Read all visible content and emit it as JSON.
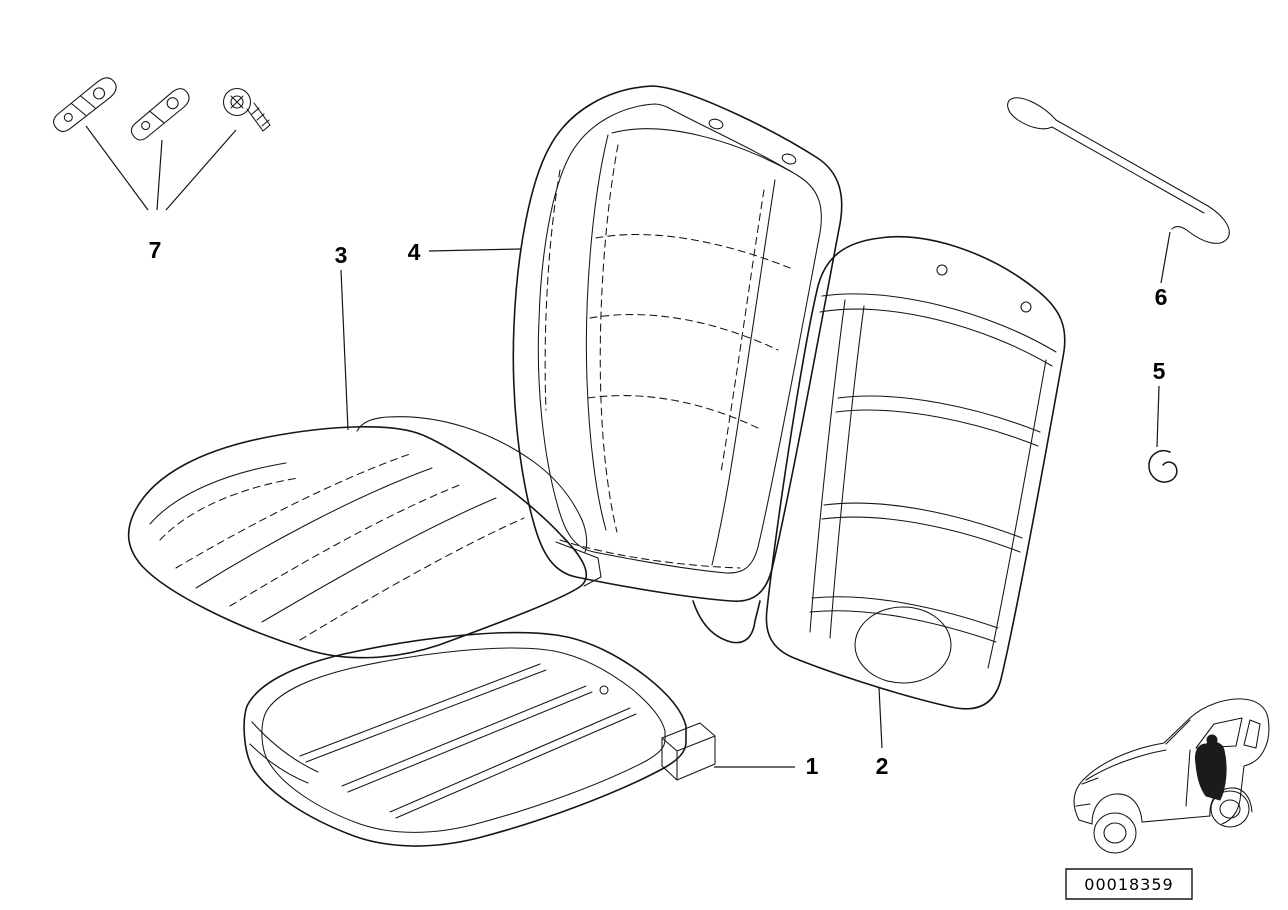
{
  "diagram": {
    "type": "vehicle-seat-parts-diagram",
    "colors": {
      "background": "#ffffff",
      "line": "#151515",
      "highlight_fill": "#1b1b1b"
    },
    "callouts": {
      "c1": "1",
      "c2": "2",
      "c3": "3",
      "c4": "4",
      "c5": "5",
      "c6": "6",
      "c7": "7"
    },
    "part_number": "00018359",
    "icons": [
      "bracket-lever-icon",
      "bracket-lever-icon",
      "screw-icon",
      "backrest-cover-drawing",
      "backrest-pad-drawing",
      "seat-cushion-cover-drawing",
      "seat-base-pad-drawing",
      "tension-wire-drawing",
      "retaining-clip-drawing",
      "car-location-inset-icon"
    ]
  }
}
